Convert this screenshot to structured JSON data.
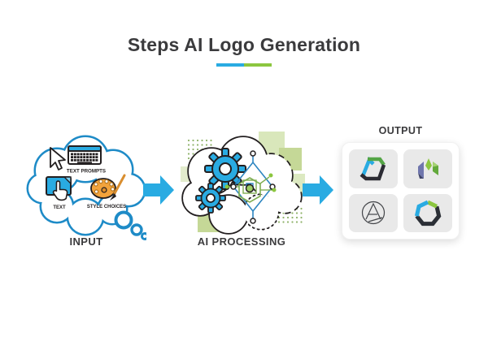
{
  "title": "Steps AI Logo Generation",
  "stage_labels": {
    "input": "INPUT",
    "processing": "AI PROCESSING",
    "output": "OUTPUT"
  },
  "input_items": {
    "keyboard_label": "TEXT PROMPTS",
    "touch_label": "TEXT",
    "palette_label": "STYLE CHOICES"
  },
  "icons": {
    "cursor": "cursor-arrow-icon",
    "keyboard": "keyboard-icon",
    "touch": "touchscreen-tap-icon",
    "palette": "paint-palette-icon",
    "gears": "gears-icon",
    "circuit": "circuit-board-icon",
    "flow_arrow": "flow-arrow-icon",
    "thought_cloud": "thought-cloud-shape",
    "processing_cloud": "dashed-cloud-shape"
  },
  "output_logos": [
    "ac-monogram-logo",
    "crown-m-logo",
    "circle-a-monoline-logo",
    "segmented-ring-logo"
  ],
  "colors": {
    "accent_blue": "#29ABE2",
    "accent_green": "#8CC63F",
    "cloud_outline_blue": "#1E8BC7",
    "outline_dark": "#231F20",
    "title_text": "#3B3B3D",
    "soft_green_square": "#D9E7BB"
  }
}
